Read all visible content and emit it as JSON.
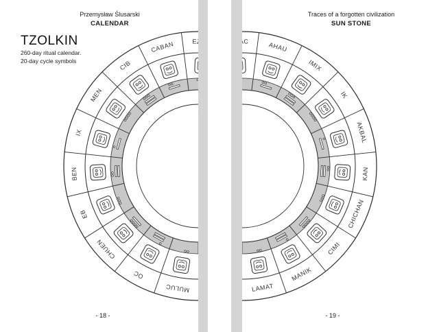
{
  "left_page": {
    "author": "Przemysław Ślusarski",
    "header_title": "CALENDAR",
    "title": "TZOLKIN",
    "subtitle_line1": "260-day ritual calendar.",
    "subtitle_line2": "20-day cycle symbols",
    "page_number": "- 18 -",
    "day_signs": [
      "EZNAB",
      "CABAN",
      "CIB",
      "MEN",
      "IX",
      "BEN",
      "EB",
      "CHUEN",
      "OC",
      "MULUC"
    ]
  },
  "right_page": {
    "header_subtitle": "Traces of a forgotten civilization",
    "header_title": "SUN STONE",
    "page_number": "- 19 -",
    "day_signs": [
      "CAUAC",
      "AHAU",
      "IMIX",
      "IK",
      "AKBAL",
      "KAN",
      "CHICHAN",
      "CIMI",
      "MANIK",
      "LAMAT"
    ]
  },
  "colors": {
    "gray_band": "#d4d4d4",
    "inner_ring": "#c8c8c8",
    "line": "#2a2a2a"
  }
}
